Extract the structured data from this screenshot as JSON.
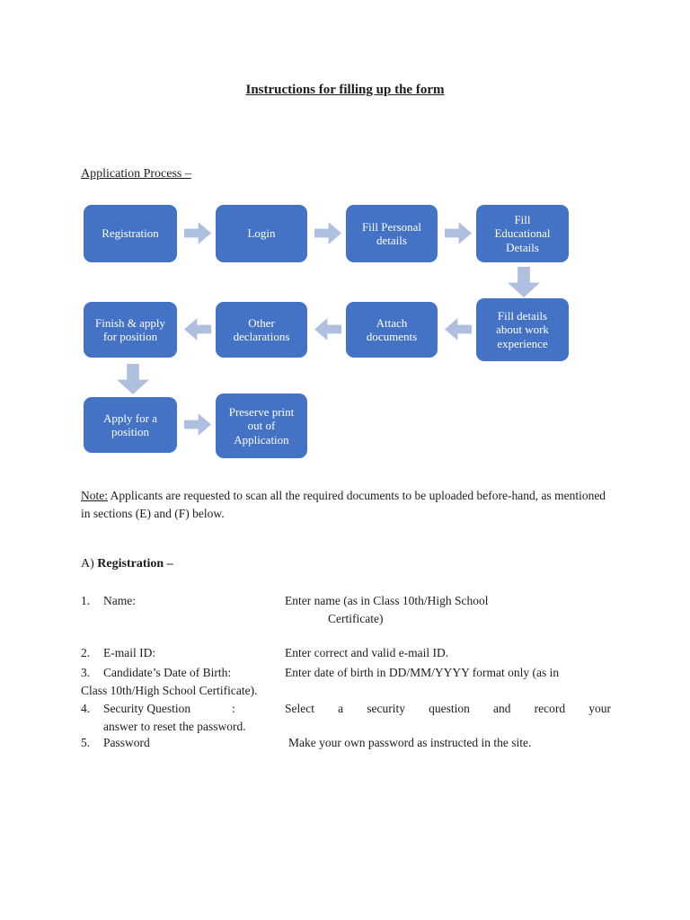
{
  "doc": {
    "title": "Instructions for filling up the form",
    "process_heading": "Application Process –"
  },
  "flowchart": {
    "box_fill_color": "#4472C4",
    "box_text_color": "#FFFFFF",
    "arrow_color": "#AFBFE0",
    "boxes": [
      {
        "label": "Registration"
      },
      {
        "label": "Login"
      },
      {
        "label": "Fill Personal\ndetails"
      },
      {
        "label": "Fill\nEducational\nDetails"
      },
      {
        "label": "Finish & apply\nfor position"
      },
      {
        "label": "Other\ndeclarations"
      },
      {
        "label": "Attach\ndocuments"
      },
      {
        "label": "Fill details\nabout work\nexperience"
      },
      {
        "label": "Apply for a\nposition"
      },
      {
        "label": "Preserve print\nout of\nApplication"
      }
    ]
  },
  "note": {
    "label": "Note:",
    "text": " Applicants are requested to scan all the required documents to be uploaded before-hand, as mentioned in sections (E) and (F) below."
  },
  "registration_section": {
    "heading_prefix": "A) ",
    "heading_bold": "Registration –",
    "items": [
      {
        "num": "1.",
        "label": "Name:",
        "desc_line1": "Enter name (as in Class 10th/High School",
        "desc_line2": "Certificate)"
      },
      {
        "num": "2.",
        "label": "E-mail ID:",
        "desc": "Enter correct and valid e-mail ID."
      },
      {
        "num": "3.",
        "label": "Candidate’s Date of Birth:",
        "desc": "Enter date of birth in DD/MM/YYYY format only (as in",
        "continuation": "Class 10th/High School Certificate)."
      },
      {
        "num": "4.",
        "label": "Security Question",
        "colon": ":",
        "desc_words": [
          "Select",
          "a",
          "security",
          "question",
          "and",
          "record",
          "your"
        ],
        "desc_line2": "answer to reset the password."
      },
      {
        "num": "5.",
        "label": "Password",
        "desc": "Make your own password as instructed in the site."
      }
    ]
  }
}
